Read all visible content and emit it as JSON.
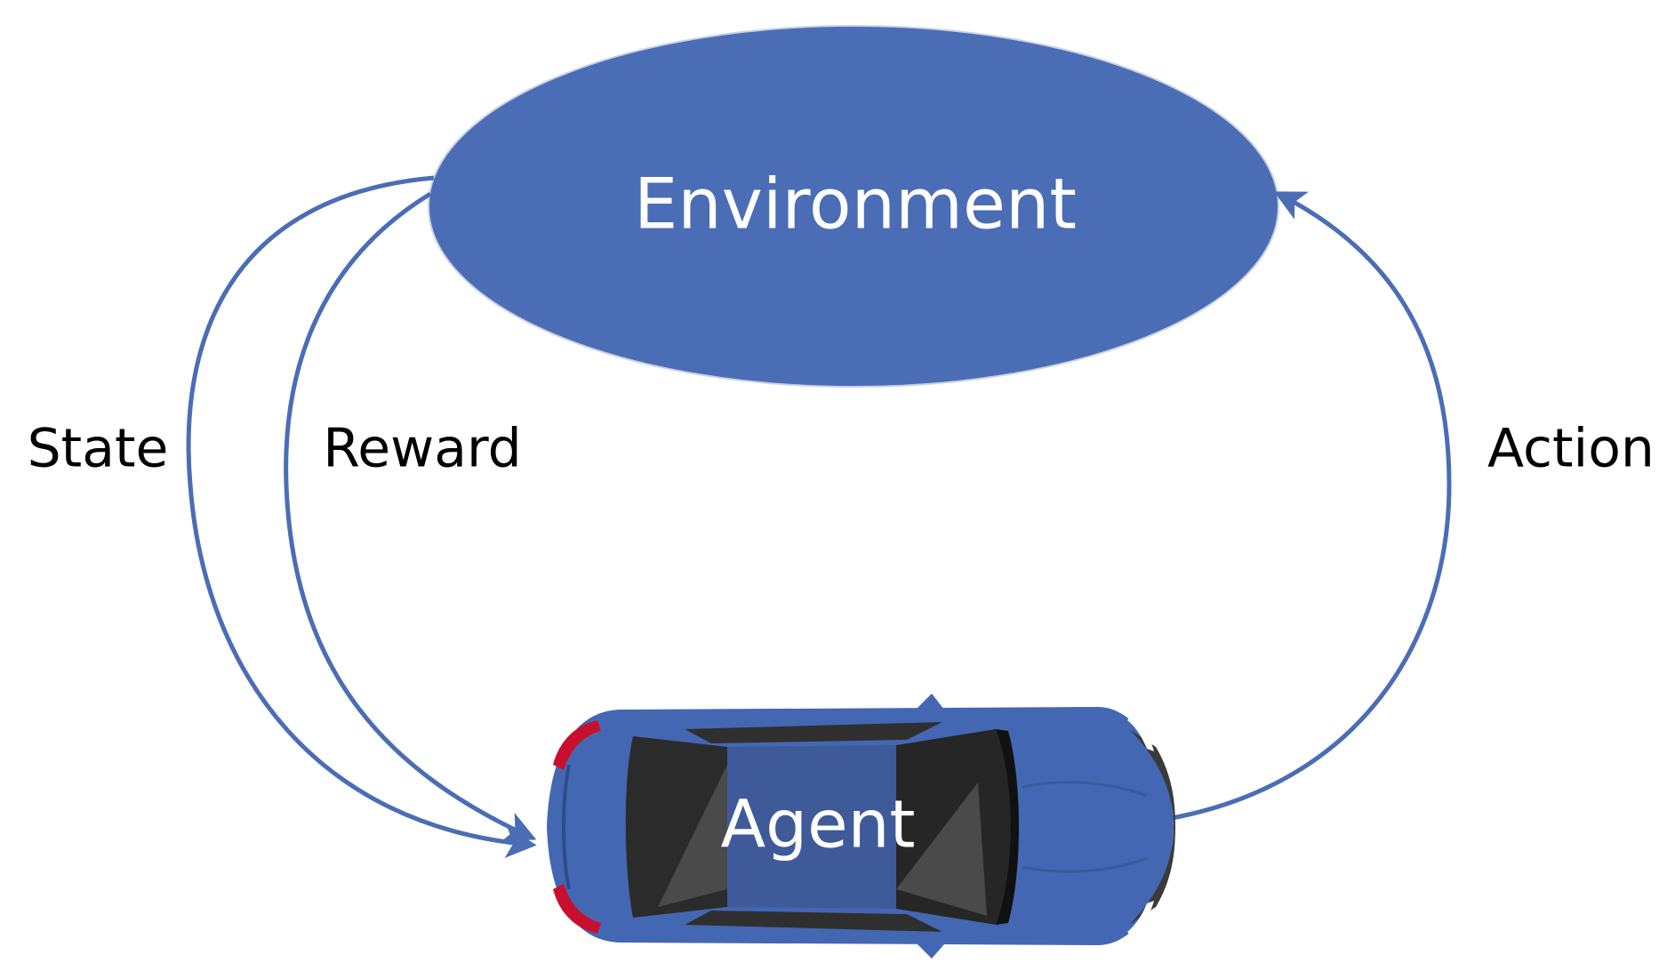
{
  "environment": {
    "label": "Environment"
  },
  "agent": {
    "label": "Agent"
  },
  "edges": {
    "state": "State",
    "reward": "Reward",
    "action": "Action"
  },
  "colors": {
    "accent": "#4A6DB5",
    "car_body": "#4467B3",
    "car_dark": "#262626",
    "taillight": "#C8102E",
    "label_dark": "#000000",
    "label_light": "#ffffff"
  }
}
